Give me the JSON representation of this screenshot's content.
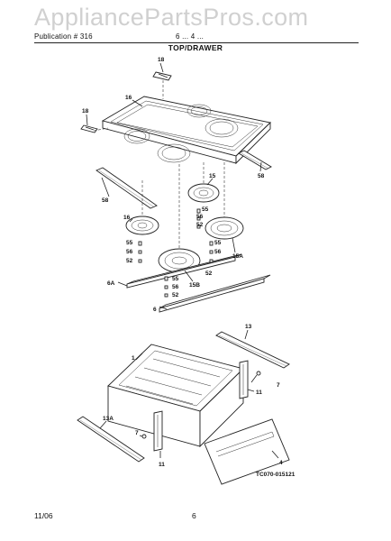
{
  "watermark": "AppliancePartsPros.com",
  "header": {
    "publication": "Publication # 316",
    "model": "6 ... 4 ...",
    "section_title": "TOP/DRAWER"
  },
  "callouts": {
    "c18": "18",
    "c16": "16",
    "c18b": "18",
    "c58a": "58",
    "c58b": "58",
    "c15": "15",
    "c16b": "16",
    "c55a": "55",
    "c56a": "56",
    "c52a": "52",
    "c55b": "55",
    "c56b": "56",
    "c52b": "52",
    "c15A": "15A",
    "c55c": "55",
    "c56c": "56",
    "c52c": "52",
    "c55d": "55",
    "c56d": "56",
    "c52d": "52",
    "c15B": "15B",
    "c6A": "6A",
    "c6": "6",
    "c13": "13",
    "c1": "1",
    "c7a": "7",
    "c11a": "11",
    "c13A": "13A",
    "c7b": "7",
    "c11b": "11",
    "c4": "4"
  },
  "diagram_code": "TC070-015121",
  "footer": {
    "date": "11/06",
    "page": "6"
  }
}
